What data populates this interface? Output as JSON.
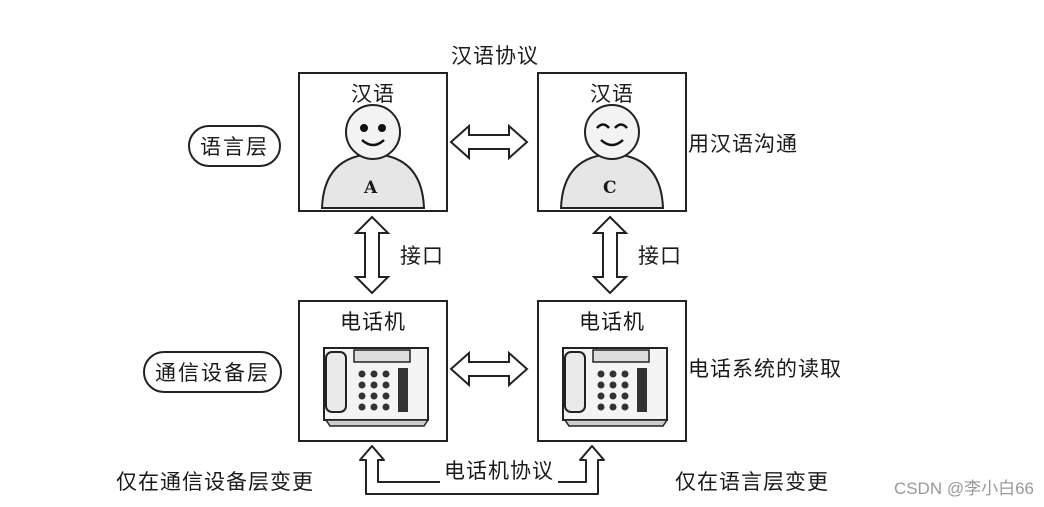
{
  "top_protocol": "汉语协议",
  "layers": {
    "language": "语言层",
    "device": "通信设备层"
  },
  "box_a": {
    "title": "汉语",
    "person": "A"
  },
  "box_c": {
    "title": "汉语",
    "person": "C"
  },
  "phone_left": {
    "title": "电话机"
  },
  "phone_right": {
    "title": "电话机"
  },
  "interface_left": "接口",
  "interface_right": "接口",
  "right_top_note": "用汉语沟通",
  "right_mid_note": "电话系统的读取",
  "bottom_protocol": "电话机协议",
  "bottom_left_note": "仅在通信设备层变更",
  "bottom_right_note": "仅在语言层变更",
  "watermark": "CSDN @李小白66"
}
